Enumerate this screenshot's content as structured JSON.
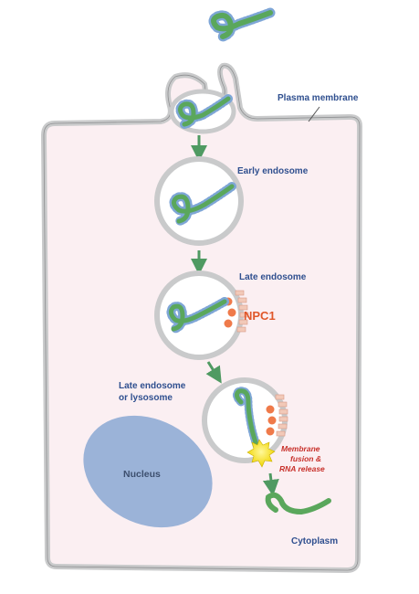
{
  "labels": {
    "plasma_membrane": "Plasma membrane",
    "early_endosome": "Early endosome",
    "late_endosome": "Late endosome",
    "npc1": "NPC1",
    "late_endosome_lysosome_1": "Late endosome",
    "late_endosome_lysosome_2": "or lysosome",
    "nucleus": "Nucleus",
    "fusion_1": "Membrane",
    "fusion_2": "fusion &",
    "fusion_3": "RNA release",
    "cytoplasm": "Cytoplasm"
  },
  "colors": {
    "cell_fill": "#fbeff2",
    "membrane": "#c9cacb",
    "membrane_edge": "#8e8f91",
    "virus_body": "#5aa75c",
    "virus_dots": "#7ea6d6",
    "arrow": "#4f9a62",
    "npc1_ball": "#ef7a4a",
    "npc1_receptor": "#f2c9b8",
    "fusion_burst": "#f6e20a",
    "nucleus": "#9bb3d8",
    "label_blue": "#2f4f8f",
    "label_red": "#e0572a"
  }
}
